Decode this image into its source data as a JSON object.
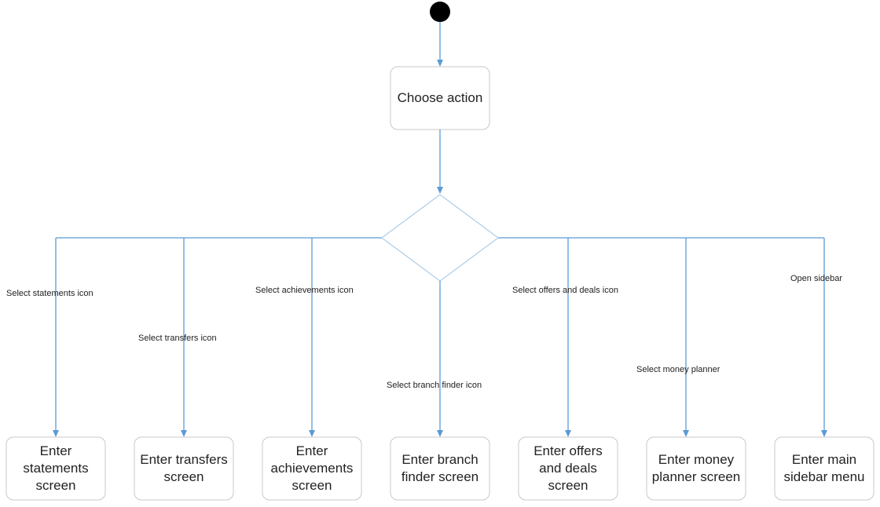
{
  "diagram": {
    "start": "",
    "choose_action": "Choose action",
    "branches": [
      {
        "condition": "Select statements icon",
        "target": "Enter statements screen"
      },
      {
        "condition": "Select transfers icon",
        "target": "Enter transfers screen"
      },
      {
        "condition": "Select achievements icon",
        "target": "Enter achievements screen"
      },
      {
        "condition": "Select branch finder icon",
        "target": "Enter branch finder screen"
      },
      {
        "condition": "Select offers and deals icon",
        "target": "Enter offers and deals screen"
      },
      {
        "condition": "Select money planner",
        "target": "Enter money planner screen"
      },
      {
        "condition": "Open sidebar",
        "target": "Enter main sidebar menu"
      }
    ]
  },
  "colors": {
    "connector": "#5b9bd5",
    "box_border": "#c8c8c8",
    "decision_border": "#9dc3e6",
    "start_fill": "#000000"
  }
}
